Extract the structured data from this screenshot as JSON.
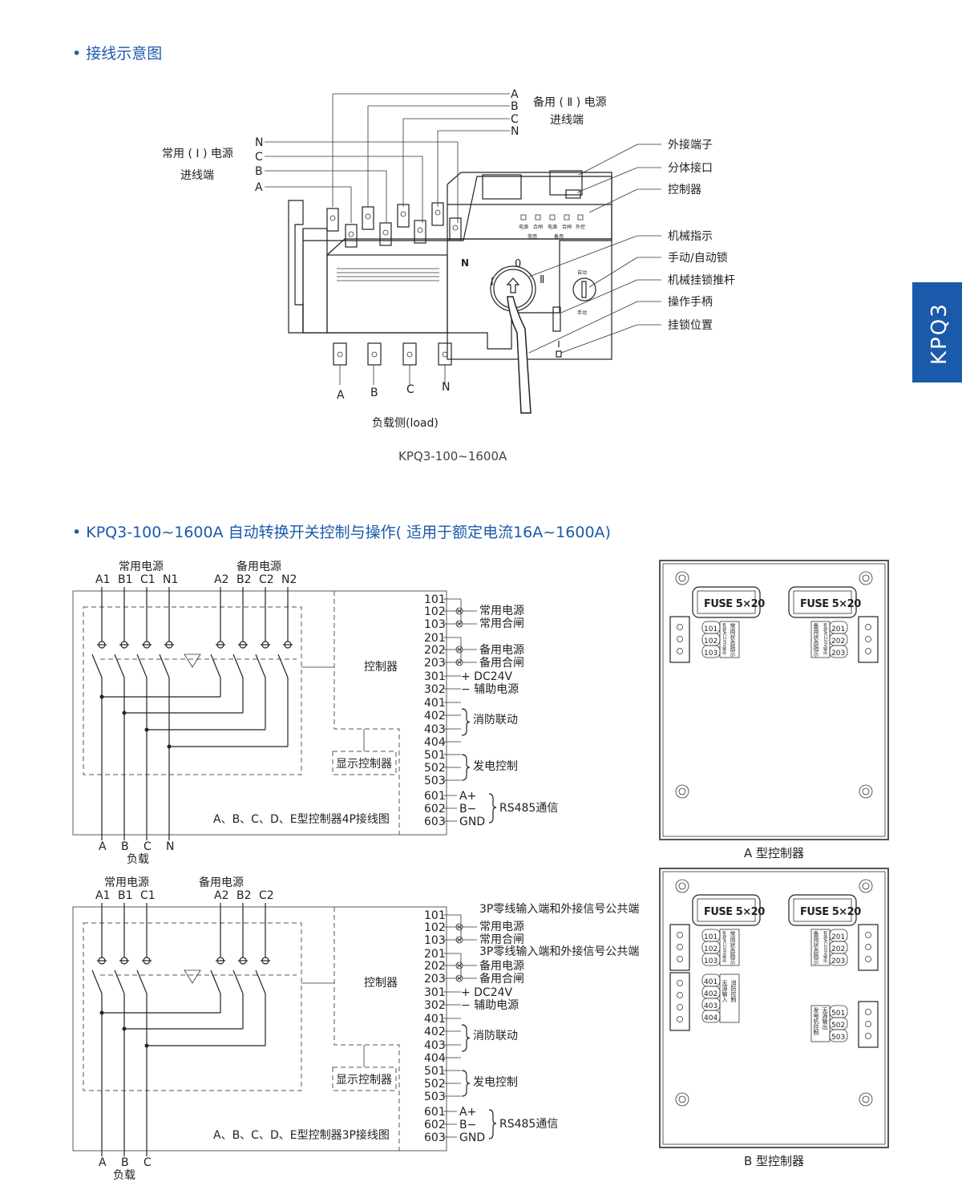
{
  "section1": {
    "title": "• 接线示意图",
    "backup_phases": [
      "A",
      "B",
      "C",
      "N"
    ],
    "backup_source": "备用 ( Ⅱ ) 电源",
    "backup_inlet": "进线端",
    "normal_phases": [
      "N",
      "C",
      "B",
      "A"
    ],
    "normal_source": "常用 ( Ⅰ ) 电源",
    "normal_inlet": "进线端",
    "callouts": [
      "外接端子",
      "分体接口",
      "控制器",
      "机械指示",
      "手动/自动锁",
      "机械挂锁推杆",
      "操作手柄",
      "挂锁位置"
    ],
    "load_phases": [
      "A",
      "B",
      "C",
      "N"
    ],
    "load_label": "负载侧(load)",
    "model": "KPQ3-100~1600A",
    "indicator_labels": [
      "电源",
      "合闸",
      "电源",
      "合闸",
      "外控"
    ],
    "indicator_groups": [
      "常用",
      "备用"
    ],
    "dial_labels": [
      "Ⅰ",
      "0",
      "Ⅱ"
    ],
    "lock_labels": [
      "自动",
      "手动"
    ]
  },
  "side_tab": "KPQ3",
  "section2": {
    "title": "• KPQ3-100~1600A 自动转换开关控制与操作( 适用于额定电流16A~1600A)"
  },
  "diagram_4p": {
    "normal_source": "常用电源",
    "backup_source": "备用电源",
    "normal_phases": [
      "A1",
      "B1",
      "C1",
      "N1"
    ],
    "backup_phases": [
      "A2",
      "B2",
      "C2",
      "N2"
    ],
    "load_phases": [
      "A",
      "B",
      "C",
      "N"
    ],
    "load_label": "负载",
    "controller": "控制器",
    "display": "显示控制器",
    "caption": "A、B、C、D、E型控制器4P接线图",
    "terminals": [
      "101",
      "102",
      "103",
      "201",
      "202",
      "203",
      "301",
      "302",
      "401",
      "402",
      "403",
      "404",
      "501",
      "502",
      "503",
      "601",
      "602",
      "603"
    ],
    "labels": [
      "常用电源",
      "常用合闸",
      "备用电源",
      "备用合闸",
      "+  DC24V",
      "−  辅助电源",
      "消防联动",
      "发电控制",
      "A+",
      "B−",
      "GND",
      "RS485通信"
    ]
  },
  "diagram_3p": {
    "normal_source": "常用电源",
    "backup_source": "备用电源",
    "normal_phases": [
      "A1",
      "B1",
      "C1"
    ],
    "backup_phases": [
      "A2",
      "B2",
      "C2"
    ],
    "load_phases": [
      "A",
      "B",
      "C"
    ],
    "load_label": "负载",
    "controller": "控制器",
    "display": "显示控制器",
    "caption": "A、B、C、D、E型控制器3P接线图",
    "terminals": [
      "101",
      "102",
      "103",
      "201",
      "202",
      "203",
      "301",
      "302",
      "401",
      "402",
      "403",
      "404",
      "501",
      "502",
      "503",
      "601",
      "602",
      "603"
    ],
    "labels": [
      "常用电源",
      "常用合闸",
      "备用电源",
      "备用合闸",
      "+  DC24V",
      "−  辅助电源",
      "消防联动",
      "发电控制",
      "A+",
      "B−",
      "GND",
      "RS485通信"
    ],
    "neutral_note": "3P零线输入端和外接信号公共端"
  },
  "controller_a": {
    "caption": "A 型控制器",
    "fuse": "FUSE 5×20",
    "left_terms": [
      "101",
      "102",
      "103"
    ],
    "right_terms": [
      "201",
      "202",
      "203"
    ],
    "left_desc": "常用状态指示",
    "right_desc": "备用状态指示",
    "out_note": "有源AC220V输出"
  },
  "controller_b": {
    "caption": "B 型控制器",
    "fuse": "FUSE 5×20",
    "left_terms": [
      "101",
      "102",
      "103"
    ],
    "right_terms": [
      "201",
      "202",
      "203"
    ],
    "fire_terms": [
      "401",
      "402",
      "403",
      "404"
    ],
    "gen_terms": [
      "501",
      "502",
      "503"
    ],
    "left_desc": "常用状态指示",
    "right_desc": "备用状态指示",
    "out_note": "有源AC220V输出",
    "fire_note": "无源输入",
    "fire_desc": "消防控制",
    "gen_note": "无源输出",
    "gen_desc": "发电机控制"
  },
  "colors": {
    "accent": "#1a5aab",
    "line": "#222222"
  }
}
